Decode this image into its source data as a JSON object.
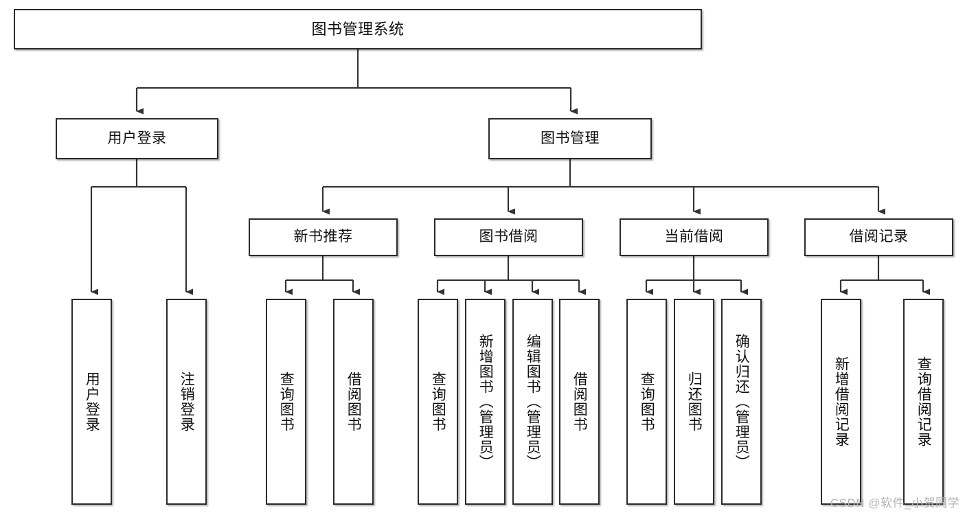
{
  "diagram": {
    "type": "tree",
    "title": "图书管理系统",
    "orientation": "top-down",
    "colors": {
      "box_border": "#2b2b2b",
      "box_fill": "#ffffff",
      "connector": "#333333",
      "text": "#111111",
      "watermark": "#b4b4b4",
      "background": "#ffffff"
    }
  },
  "nodes": {
    "root": {
      "label": "图书管理系统"
    },
    "level2": [
      {
        "label": "用户登录"
      },
      {
        "label": "图书管理"
      }
    ],
    "level3": [
      {
        "label": "新书推荐"
      },
      {
        "label": "图书借阅"
      },
      {
        "label": "当前借阅"
      },
      {
        "label": "借阅记录"
      }
    ],
    "leaves": {
      "user_login": [
        {
          "label": "用户登录"
        },
        {
          "label": "注销登录"
        }
      ],
      "new_book_recommend": [
        {
          "label": "查询图书"
        },
        {
          "label": "借阅图书"
        }
      ],
      "book_borrow": [
        {
          "label": "查询图书"
        },
        {
          "label": "新增图书（管理员）"
        },
        {
          "label": "编辑图书（管理员）"
        },
        {
          "label": "借阅图书"
        }
      ],
      "current_borrow": [
        {
          "label": "查询图书"
        },
        {
          "label": "归还图书"
        },
        {
          "label": "确认归还（管理员）"
        }
      ],
      "borrow_record": [
        {
          "label": "新增借阅记录"
        },
        {
          "label": "查询借阅记录"
        }
      ]
    }
  },
  "watermark": {
    "text": "CSDN @软件_小贺同学"
  }
}
